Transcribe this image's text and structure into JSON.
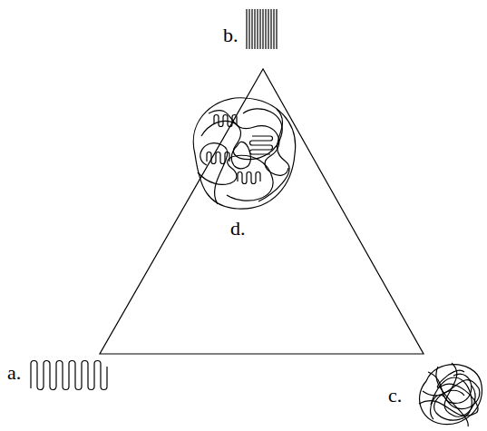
{
  "diagram": {
    "labels": [
      "b.",
      "d.",
      "a.",
      "c."
    ]
  }
}
